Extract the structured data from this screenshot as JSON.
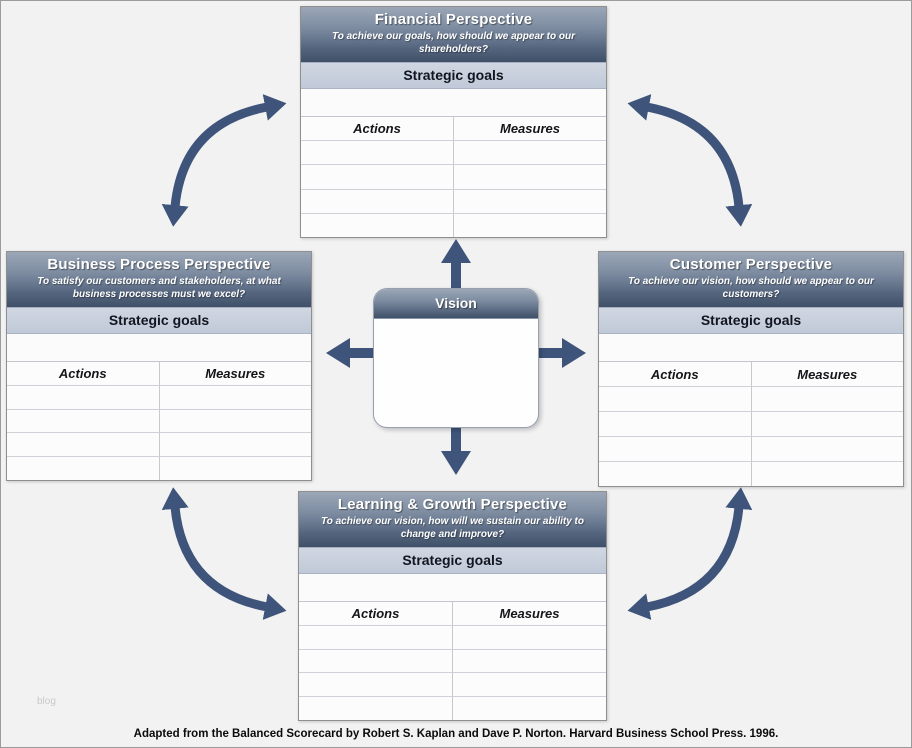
{
  "vision": {
    "title": "Vision"
  },
  "panels": {
    "financial": {
      "title": "Financial Perspective",
      "subtitle": "To achieve our goals, how should we appear to our shareholders?",
      "goals_label": "Strategic goals",
      "col1": "Actions",
      "col2": "Measures"
    },
    "business_process": {
      "title": "Business Process Perspective",
      "subtitle": "To satisfy our customers and stakeholders, at what business processes must we excel?",
      "goals_label": "Strategic goals",
      "col1": "Actions",
      "col2": "Measures"
    },
    "customer": {
      "title": "Customer Perspective",
      "subtitle": "To achieve our vision, how should we appear to our customers?",
      "goals_label": "Strategic goals",
      "col1": "Actions",
      "col2": "Measures"
    },
    "learning_growth": {
      "title": "Learning & Growth Perspective",
      "subtitle": "To achieve our vision, how will we sustain our ability to change and improve?",
      "goals_label": "Strategic goals",
      "col1": "Actions",
      "col2": "Measures"
    }
  },
  "footer": {
    "caption": "Adapted from the Balanced Scorecard by Robert S. Kaplan and Dave P. Norton. Harvard Business School Press. 1996.",
    "watermark": "blog"
  },
  "colors": {
    "arrow": "#3f547a",
    "header_gradient_top": "#9ba7b7",
    "header_gradient_bottom": "#3f5069",
    "goals_band": "#c5cdda",
    "background": "#f2f2f2"
  }
}
